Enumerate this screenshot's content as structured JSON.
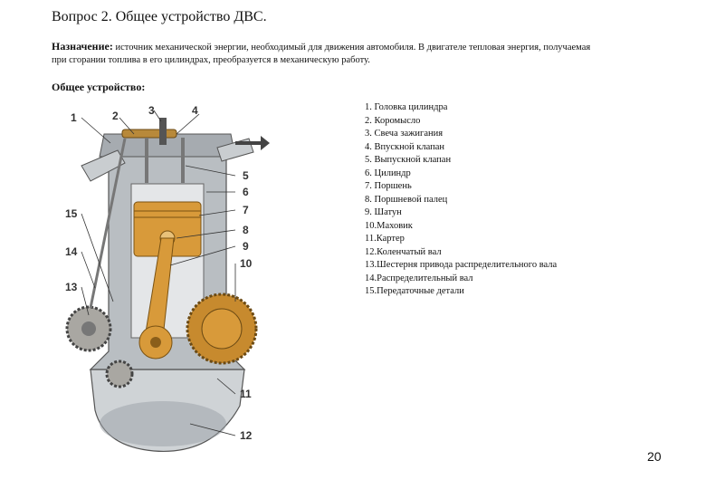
{
  "title": "Вопрос 2. Общее устройство ДВС.",
  "purpose": {
    "label": "Назначение:",
    "text": "источник механической энергии, необходимый для движения автомобиля. В двигателе тепловая энергия, получаемая при сгорании топлива в его цилиндрах, преобразуется в механическую работу."
  },
  "structure_heading": "Общее устройство:",
  "parts": [
    "1. Головка цилиндра",
    "2. Коромысло",
    "3. Свеча зажигания",
    "4. Впускной клапан",
    "5. Выпускной клапан",
    "6. Цилиндр",
    "7. Поршень",
    "8. Поршневой палец",
    "9. Шатун",
    "10.Маховик",
    "11.Картер",
    "12.Коленчатый вал",
    "13.Шестерня привода распределительного вала",
    "14.Распределительный вал",
    "15.Передаточные детали"
  ],
  "figure_numbers": [
    "1",
    "2",
    "3",
    "4",
    "5",
    "6",
    "7",
    "8",
    "9",
    "10",
    "11",
    "12",
    "13",
    "14",
    "15"
  ],
  "page_number": "20"
}
